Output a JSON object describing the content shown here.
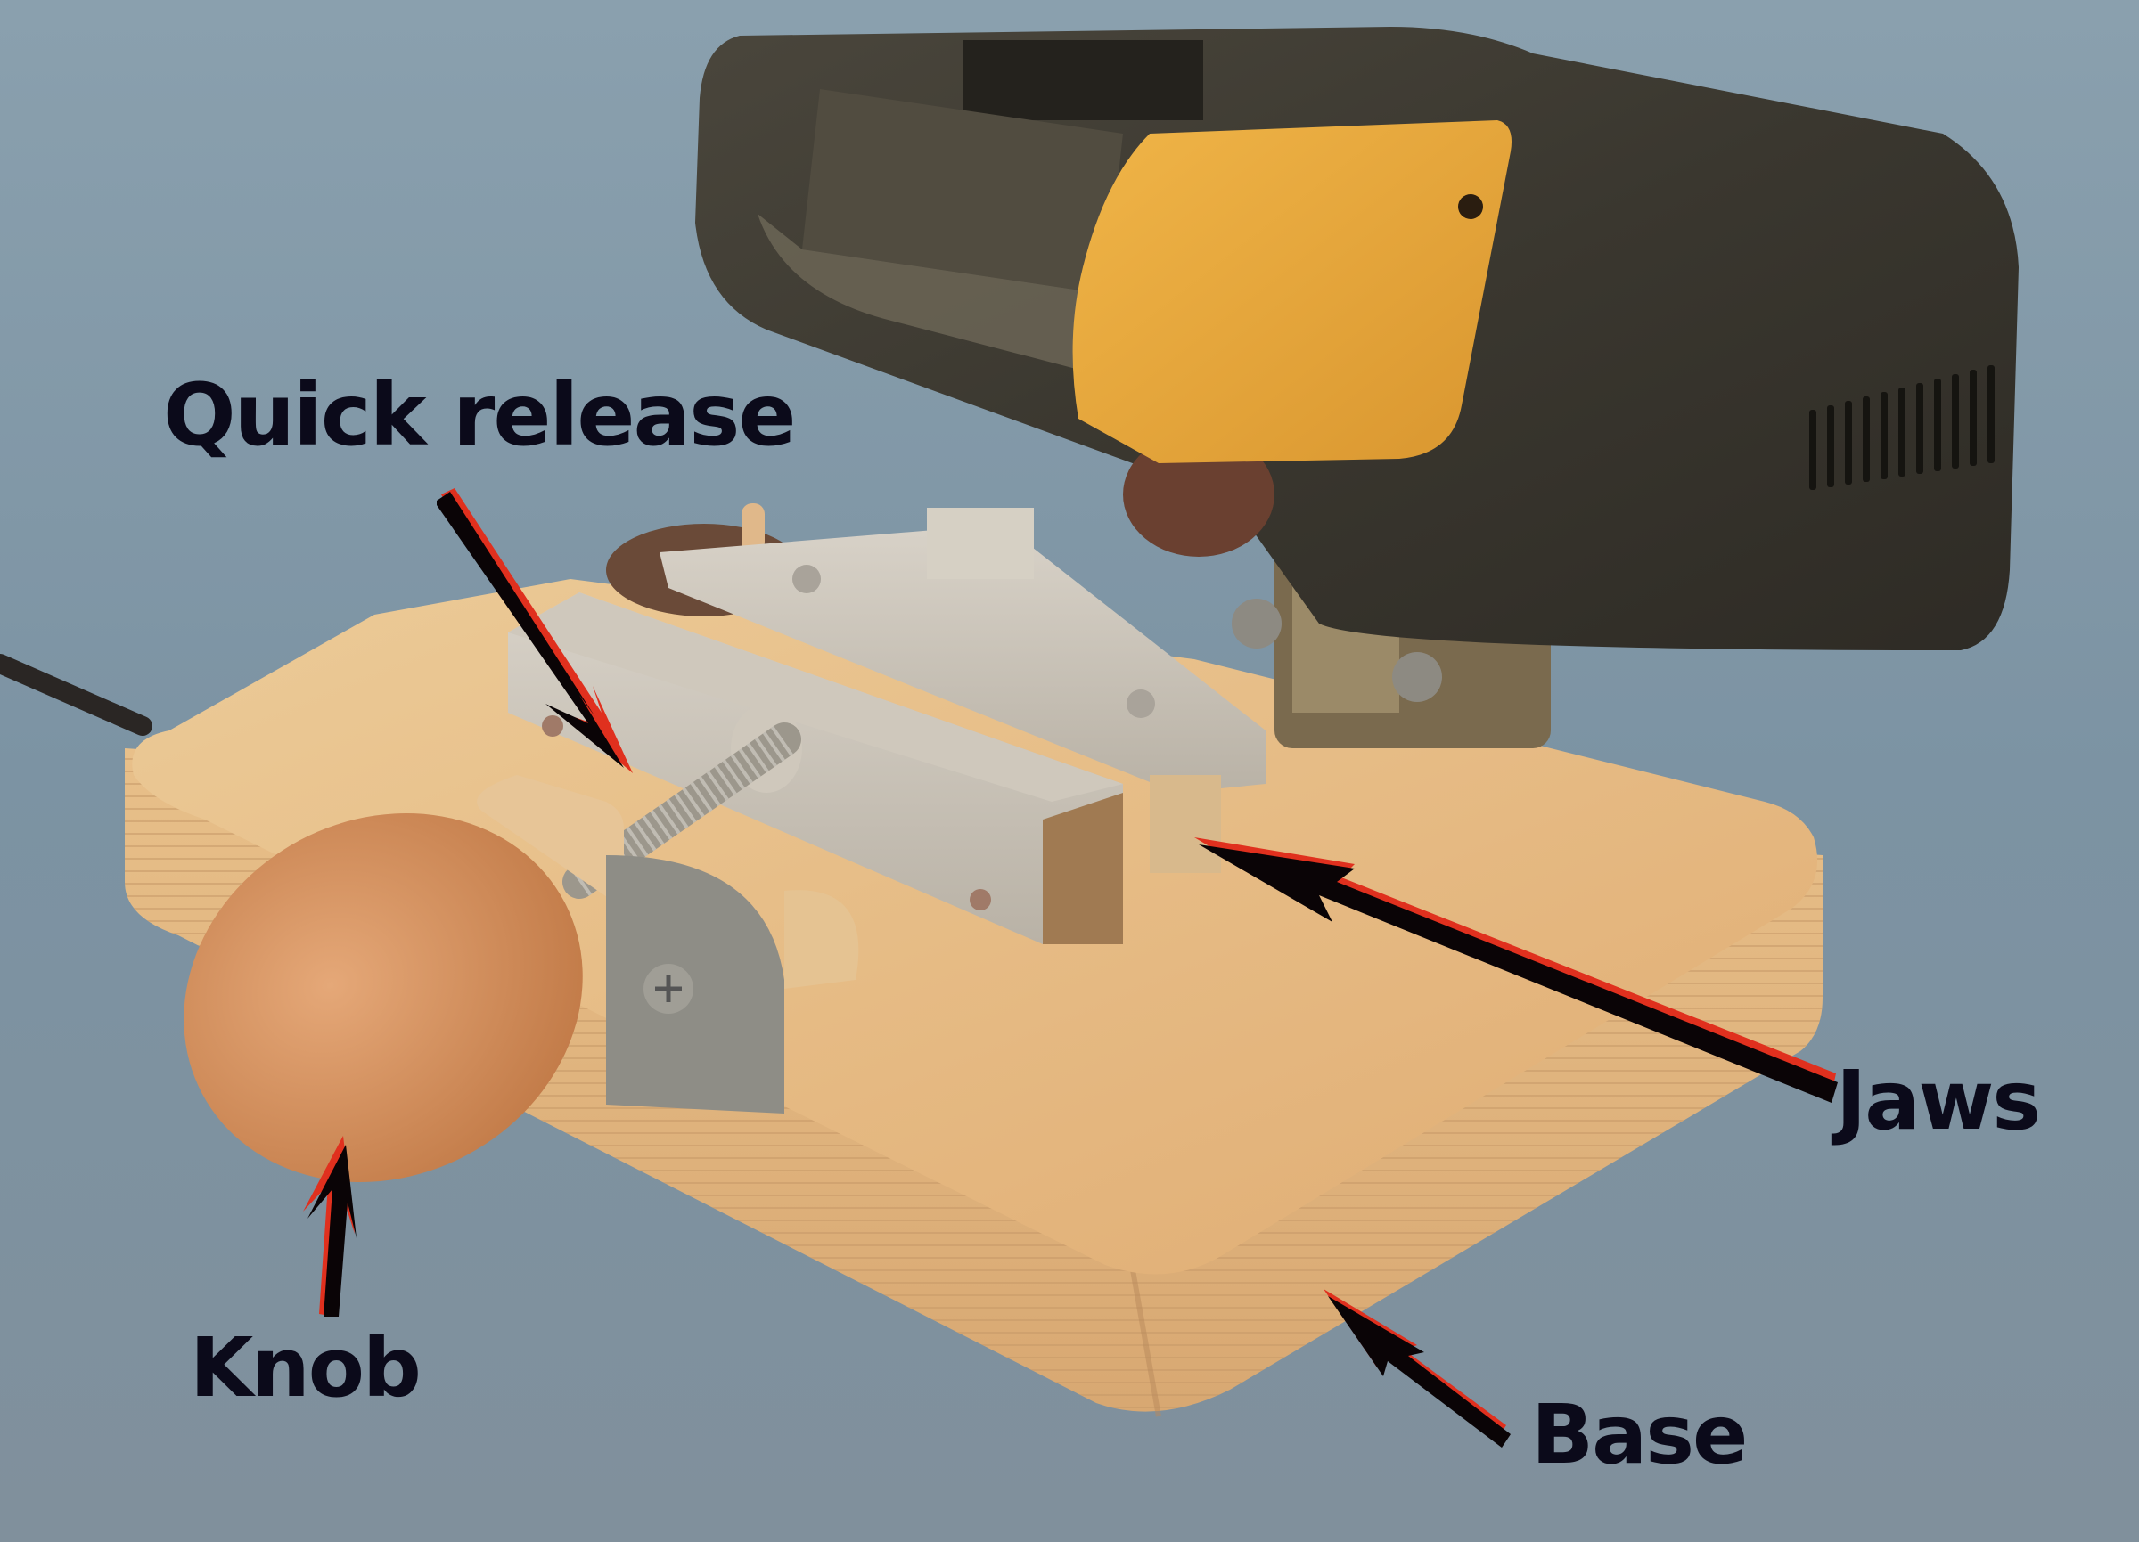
{
  "image": {
    "subject": "Mini cut-off saw mounted on a plywood base with a screw vise",
    "background_color": "#7f95a4"
  },
  "annotations": [
    {
      "id": "quick-release",
      "label": "Quick release",
      "points_to": "screw vise release block"
    },
    {
      "id": "jaws",
      "label": "Jaws",
      "points_to": "aluminium vise jaws"
    },
    {
      "id": "knob",
      "label": "Knob",
      "points_to": "wooden egg-shaped knob"
    },
    {
      "id": "base",
      "label": "Base",
      "points_to": "laminated plywood base"
    }
  ],
  "colors": {
    "label_text": "#0b0a1a",
    "arrow_fill": "#0a0406",
    "arrow_edge": "#e0301e",
    "motor_housing": "#3f3c33",
    "blade_guard": "#e3a23a",
    "plywood_top": "#e8c08a",
    "plywood_edge": "#dcb07a",
    "aluminium": "#c8c2b8",
    "knob_wood": "#d08a55",
    "cut_disc": "#6a4030"
  }
}
